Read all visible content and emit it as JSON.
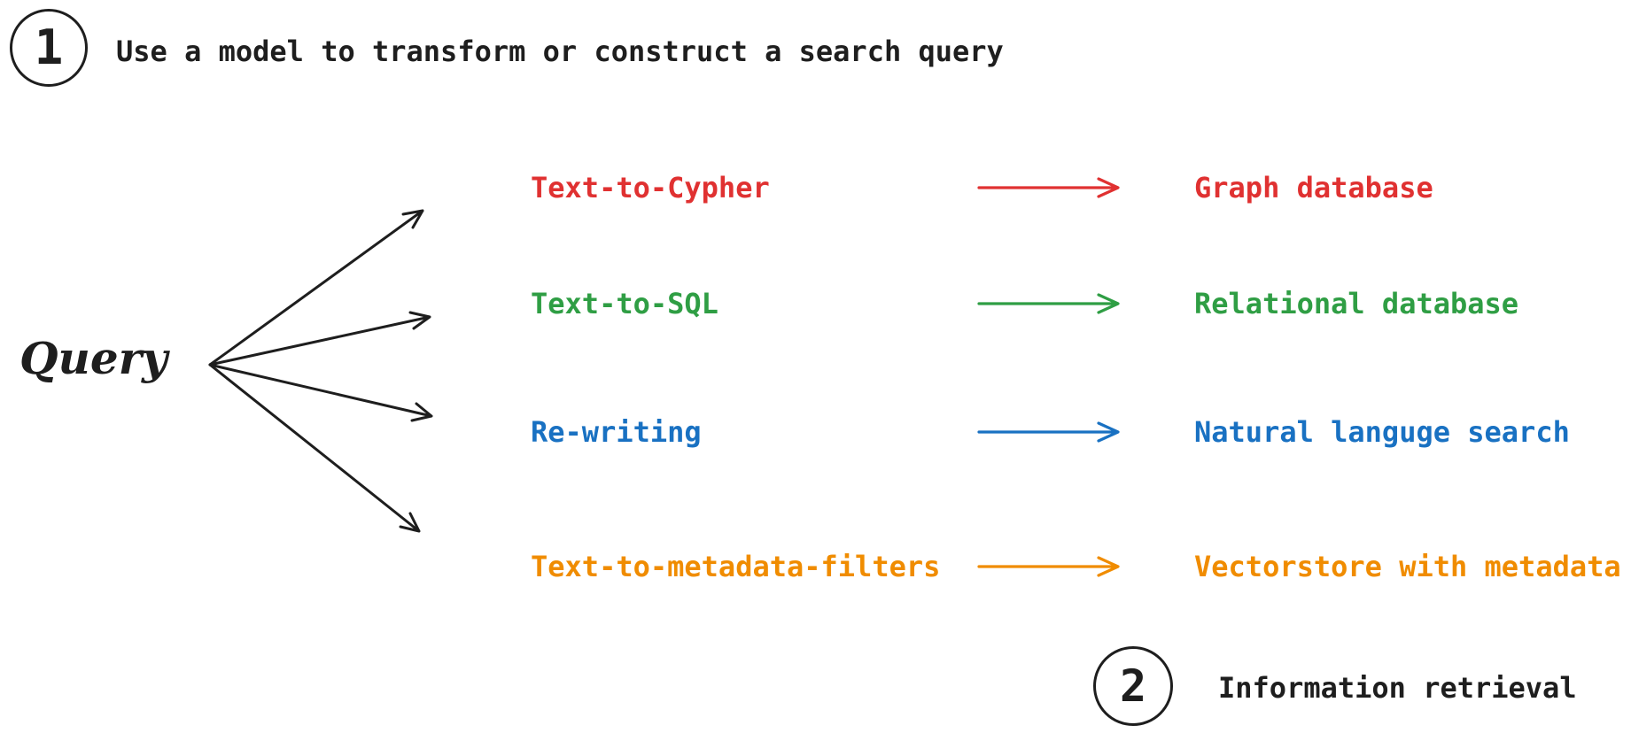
{
  "palette": {
    "ink": "#1e1e1e",
    "red": "#e03131",
    "green": "#2f9e44",
    "blue": "#1971c2",
    "orange": "#f08c00",
    "background": "#ffffff"
  },
  "steps": [
    {
      "number": "1",
      "label": "Use a model to transform or construct a search query"
    },
    {
      "number": "2",
      "label": "Information retrieval"
    }
  ],
  "query_node": {
    "label": "Query"
  },
  "routes": [
    {
      "method": "Text-to-Cypher",
      "target": "Graph database",
      "color": "#e03131"
    },
    {
      "method": "Text-to-SQL",
      "target": "Relational database",
      "color": "#2f9e44"
    },
    {
      "method": "Re-writing",
      "target": "Natural languge search",
      "color": "#1971c2"
    },
    {
      "method": "Text-to-metadata-filters",
      "target": "Vectorstore with metadata",
      "color": "#f08c00"
    }
  ]
}
